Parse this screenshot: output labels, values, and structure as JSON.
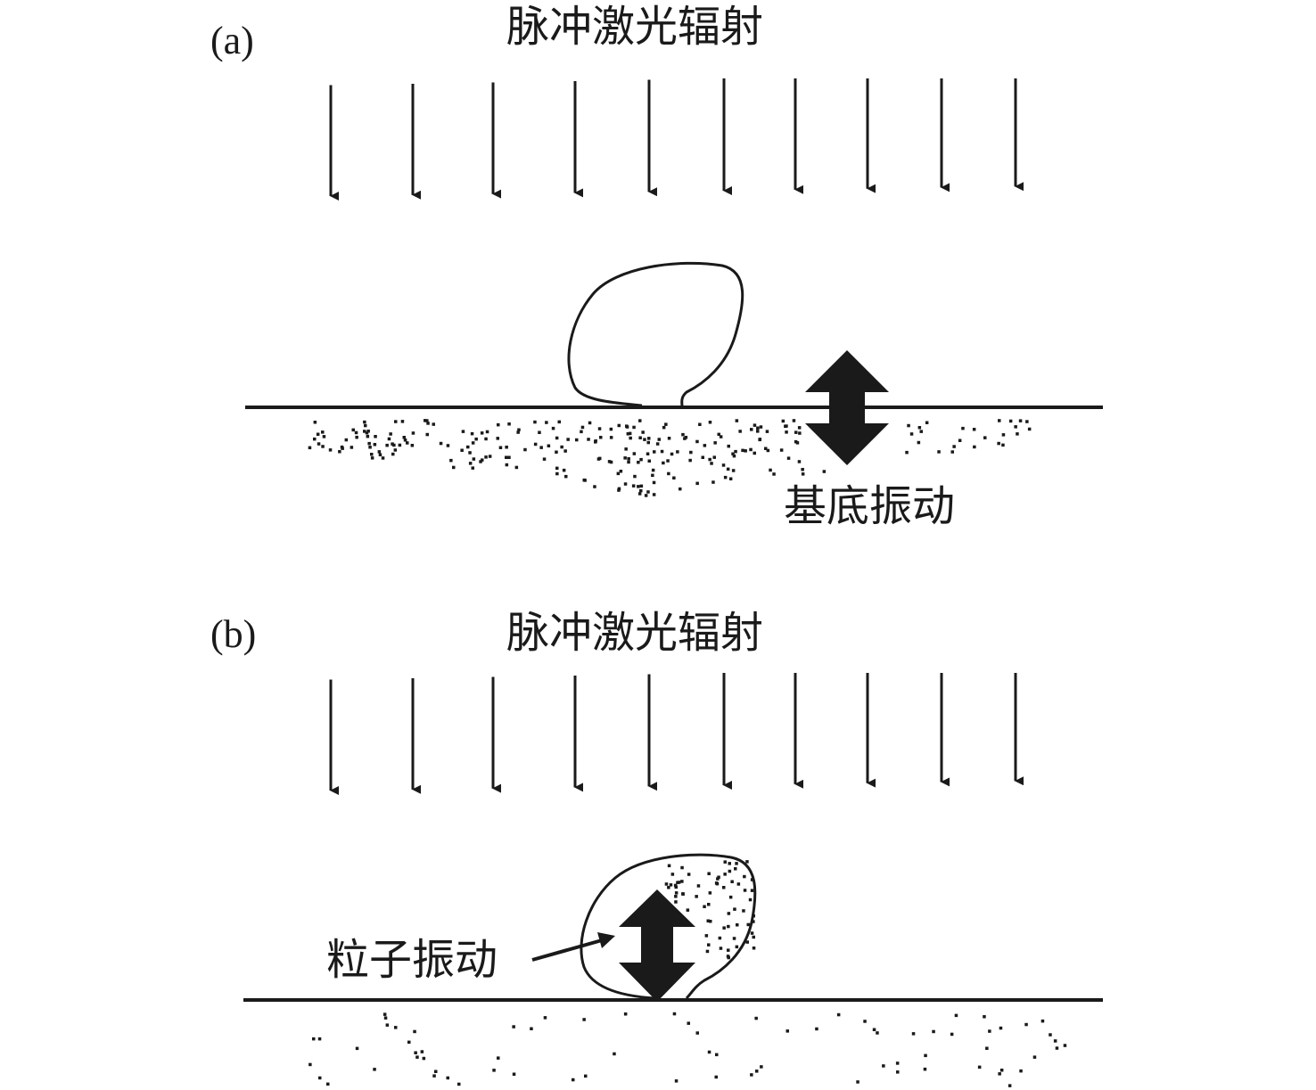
{
  "panels": [
    {
      "id": "a",
      "label": "(a)",
      "title": "脉冲激光辐射",
      "annotation": "基底振动"
    },
    {
      "id": "b",
      "label": "(b)",
      "title": "脉冲激光辐射",
      "annotation": "粒子振动"
    }
  ],
  "colors": {
    "ink": "#1a1a1a",
    "background": "#ffffff"
  }
}
